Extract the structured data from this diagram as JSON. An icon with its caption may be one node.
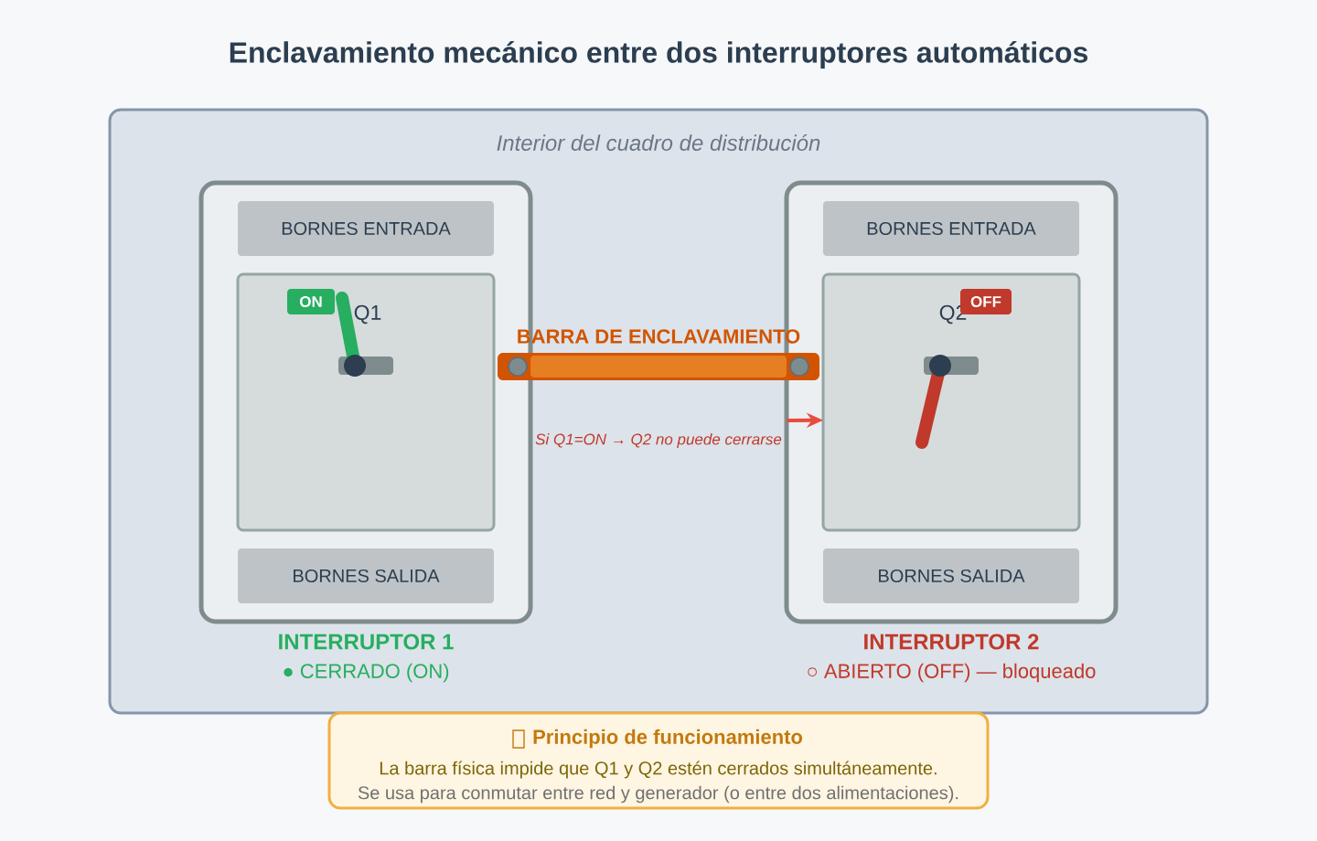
{
  "diagram": {
    "title": "Enclavamiento mecánico entre dos interruptores automáticos",
    "nodes": [
      {
        "text": [
          "Interior del cuadro de distribución"
        ]
      },
      {
        "text": [
          "INTERRUPTOR 1"
        ],
        "beside": [
          "● CERRADO (ON)"
        ],
        "in": 0
      },
      {
        "text": [
          "BORNES ENTRADA"
        ],
        "in": 1
      },
      {
        "text": [
          "Q1"
        ],
        "in": 1
      },
      {
        "text": [
          "ON"
        ],
        "in": 3
      },
      {
        "text": [
          "BORNES SALIDA"
        ],
        "in": 1
      },
      {
        "text": [
          "BARRA DE ENCLAVAMIENTO"
        ],
        "in": 0
      },
      {
        "text": [
          "INTERRUPTOR 2"
        ],
        "beside": [
          "○ ABIERTO (OFF) — bloqueado"
        ],
        "in": 0
      },
      {
        "text": [
          "BORNES ENTRADA"
        ],
        "in": 7
      },
      {
        "text": [
          "Q2"
        ],
        "in": 7
      },
      {
        "text": [
          "OFF"
        ],
        "in": 9
      },
      {
        "text": [
          "BORNES SALIDA"
        ],
        "in": 7
      },
      {
        "text": [
          "Principio de funcionamiento",
          "La barra física impide que Q1 y Q2 estén cerrados simultáneamente.",
          "Se usa para conmutar entre red y generador (o entre dos alimentaciones)."
        ]
      }
    ],
    "edges": [
      {
        "from": null,
        "to": 9,
        "arrow": "to",
        "label": "Si Q1=ON → Q2 no puede cerrarse",
        "color": "#e74c3c"
      }
    ]
  }
}
